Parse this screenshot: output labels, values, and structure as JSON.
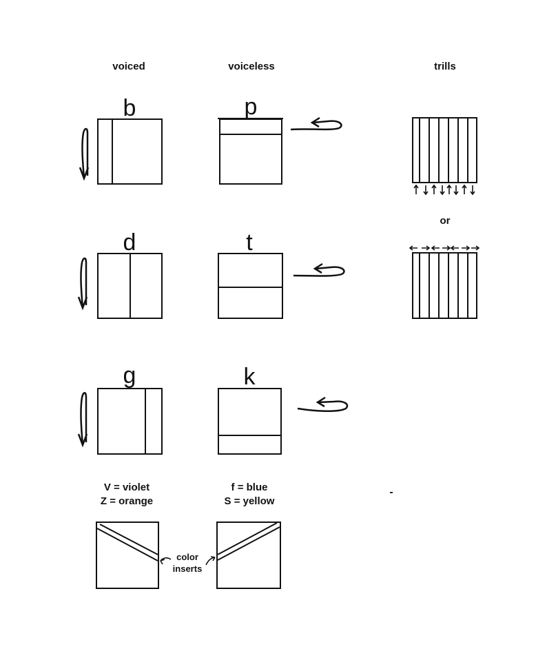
{
  "headers": {
    "voiced": "voiced",
    "voiceless": "voiceless",
    "trills": "trills"
  },
  "letters": {
    "b": "b",
    "p": "p",
    "d": "d",
    "t": "t",
    "g": "g",
    "k": "k"
  },
  "trill_or": "or",
  "fricatives": {
    "voiced_line1": "V = violet",
    "voiced_line2": "Z = orange",
    "voiceless_line1": "f = blue",
    "voiceless_line2": "S = yellow"
  },
  "callout": {
    "line1": "color",
    "line2": "inserts"
  },
  "icons": [
    "down-arrow-icon",
    "curved-left-arrow-icon",
    "up-down-arrows-icon"
  ]
}
